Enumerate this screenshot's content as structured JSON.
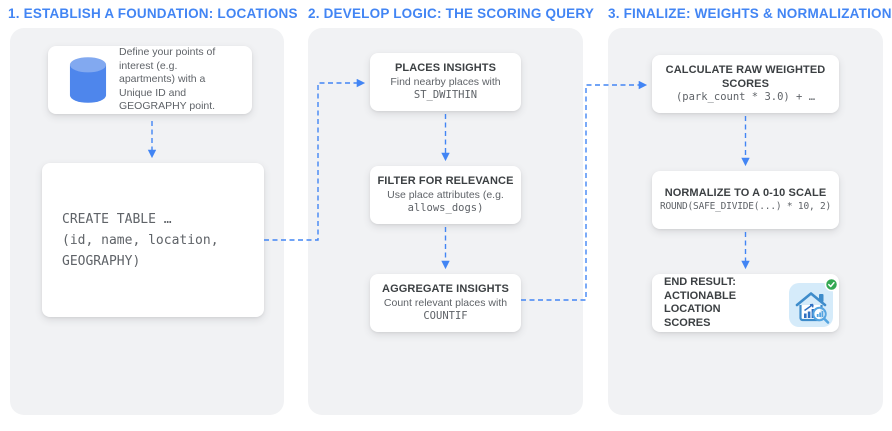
{
  "diagram": {
    "columns": [
      {
        "header": "1. ESTABLISH A FOUNDATION: LOCATIONS",
        "cards": {
          "define_points": {
            "text": "Define your points of\ninterest (e.g.\napartments) with a\nUnique ID and\nGEOGRAPHY point."
          },
          "create_table": {
            "code": "CREATE TABLE …\n(id, name, location,\nGEOGRAPHY)"
          }
        }
      },
      {
        "header": "2. DEVELOP LOGIC: THE SCORING QUERY",
        "cards": {
          "places_insights": {
            "title": "PLACES INSIGHTS",
            "body": "Find nearby places with",
            "code": "ST_DWITHIN"
          },
          "filter_for_relevance": {
            "title": "FILTER FOR RELEVANCE",
            "body": "Use place attributes (e.g.",
            "code": "allows_dogs)"
          },
          "aggregate_insights": {
            "title": "AGGREGATE INSIGHTS",
            "body": "Count relevant places with",
            "code": "COUNTIF"
          }
        }
      },
      {
        "header": "3. FINALIZE: WEIGHTS & NORMALIZATION",
        "cards": {
          "calculate_raw_weighted_scores": {
            "title": "CALCULATE RAW WEIGHTED SCORES",
            "code": "(park_count * 3.0) + …"
          },
          "normalize_scale": {
            "title": "NORMALIZE TO A 0-10 SCALE",
            "code": "ROUND(SAFE_DIVIDE(...) * 10, 2)"
          },
          "end_result": {
            "title": "END RESULT:\nACTIONABLE LOCATION\nSCORES"
          }
        }
      }
    ],
    "icons": {
      "database": "database-cylinder-icon",
      "result": "house-analytics-icon",
      "check": "check-badge-icon"
    },
    "colors": {
      "accent_blue": "#4285F4",
      "panel_gray": "#F1F2F4",
      "card_white": "#FFFFFF",
      "title_dark": "#3C4043",
      "body_gray": "#5F6368",
      "db_icon_blue": "#4E86EC",
      "db_icon_blue_light": "#82A9F0",
      "result_icon_bg": "#D5EBFA",
      "result_icon_blue": "#3E8CCB",
      "check_green": "#34A853"
    }
  }
}
